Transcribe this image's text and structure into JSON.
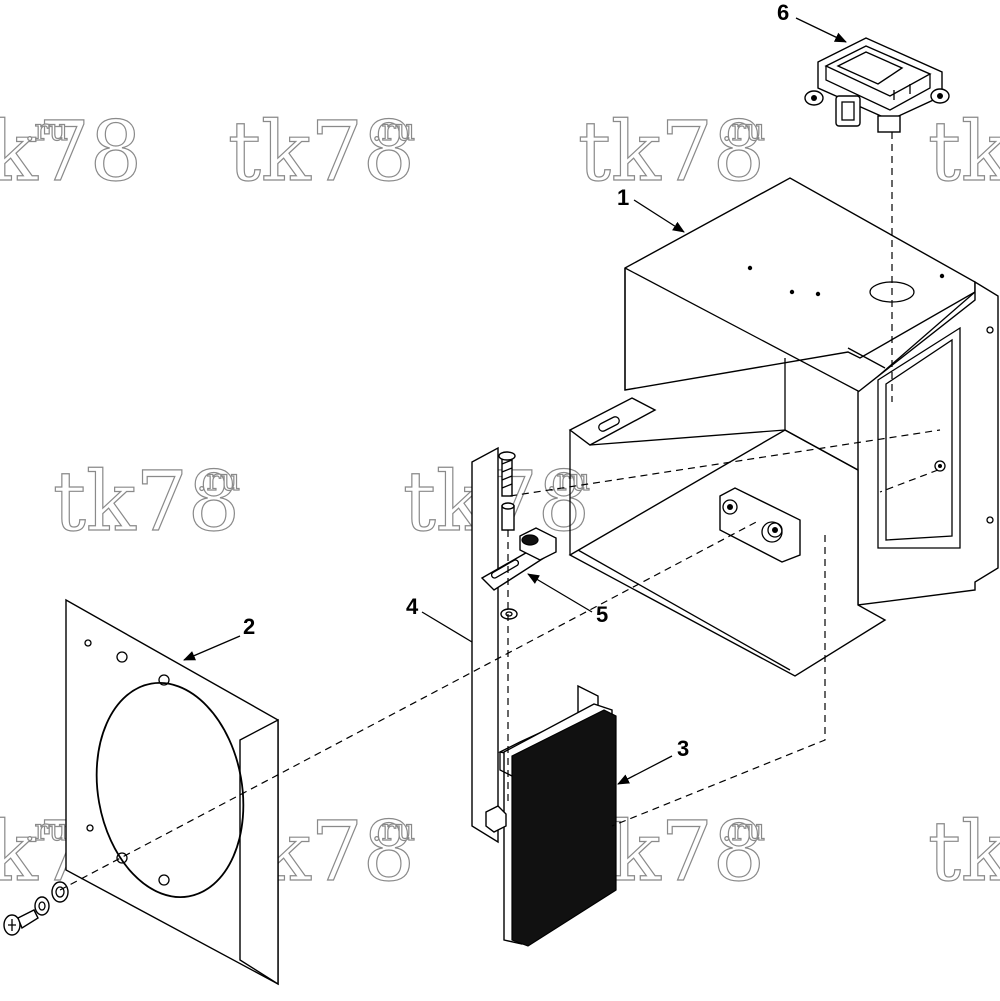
{
  "watermark": {
    "main": "tk78",
    "suffix": ".ru"
  },
  "callouts": [
    {
      "id": "1",
      "label": "1"
    },
    {
      "id": "2",
      "label": "2"
    },
    {
      "id": "3",
      "label": "3"
    },
    {
      "id": "4",
      "label": "4"
    },
    {
      "id": "5",
      "label": "5"
    },
    {
      "id": "6",
      "label": "6"
    }
  ]
}
